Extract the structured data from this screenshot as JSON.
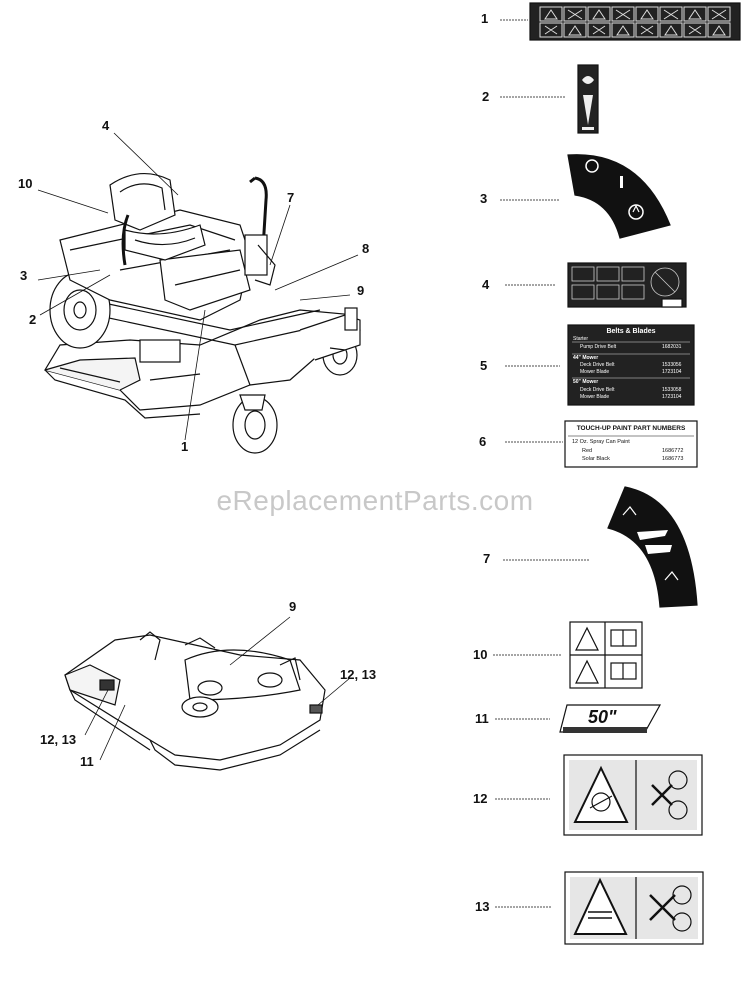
{
  "watermark": "eReplacementParts.com",
  "mower_callouts": [
    "4",
    "10",
    "7",
    "8",
    "3",
    "9",
    "2",
    "1"
  ],
  "deck_callouts": [
    "9",
    "12, 13",
    "12, 13",
    "11"
  ],
  "parts": [
    {
      "label": "1"
    },
    {
      "label": "2"
    },
    {
      "label": "3"
    },
    {
      "label": "4"
    },
    {
      "label": "5"
    },
    {
      "label": "6"
    },
    {
      "label": "7"
    },
    {
      "label": "10"
    },
    {
      "label": "11"
    },
    {
      "label": "12"
    },
    {
      "label": "13"
    }
  ],
  "decal_5": {
    "title": "Belts & Blades",
    "rows": [
      "Starter",
      "Pump Drive Belt",
      "44\" Mower",
      "Deck Drive Belt",
      "Mower Blade",
      "50\" Mower",
      "Deck Drive Belt",
      "Mower Blade"
    ],
    "numbers": [
      "1682031",
      "1533056",
      "1723104",
      "1533058",
      "1723104"
    ]
  },
  "decal_6": {
    "title": "TOUCH-UP PAINT PART NUMBERS",
    "line1": "12 Oz. Spray Can Paint",
    "red_label": "Red",
    "red_number": "1686772",
    "black_label": "Solar Black",
    "black_number": "1686773"
  },
  "decal_11": {
    "text": "50\""
  },
  "decal_3": {
    "off": "O",
    "on": "I"
  }
}
